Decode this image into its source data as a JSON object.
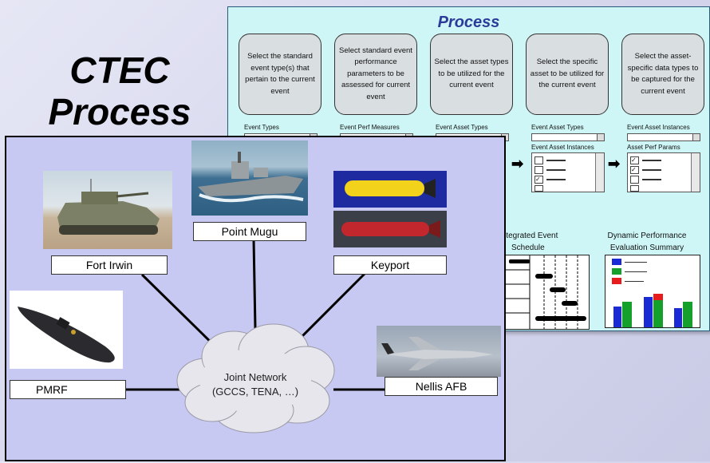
{
  "slide": {
    "title_line1": "CTEC",
    "title_line2": "Process"
  },
  "process": {
    "title": "Process",
    "steps": [
      "Select the standard event type(s) that pertain to the current event",
      "Select standard event performance parameters to be assessed for current event",
      "Select the asset types to be utilized for the current event",
      "Select the specific asset to be utilized for the current event",
      "Select the asset-specific data types to be captured for the current event"
    ],
    "field_labels": {
      "event_types": "Event Types",
      "event_perf_measures": "Event Perf Measures",
      "event_asset_types": "Event Asset Types",
      "event_asset_types_2": "Event Asset Types",
      "event_asset_instances": "Event Asset Instances",
      "event_asset_instances_2": "Event Asset Instances",
      "asset_perf_params": "Asset Perf Params"
    },
    "schedule_label_line1": "Integrated Event",
    "schedule_label_line2": "Schedule",
    "summary_label_line1": "Dynamic Performance",
    "summary_label_line2": "Evaluation Summary",
    "legend_colors": [
      "#1a2bd6",
      "#14a02a",
      "#e81c1c"
    ]
  },
  "network": {
    "center_line1": "Joint Network",
    "center_line2": "(GCCS, TENA, …)",
    "nodes": {
      "fort_irwin": "Fort Irwin",
      "point_mugu": "Point Mugu",
      "keyport": "Keyport",
      "pmrf": "PMRF",
      "nellis": "Nellis AFB"
    }
  }
}
